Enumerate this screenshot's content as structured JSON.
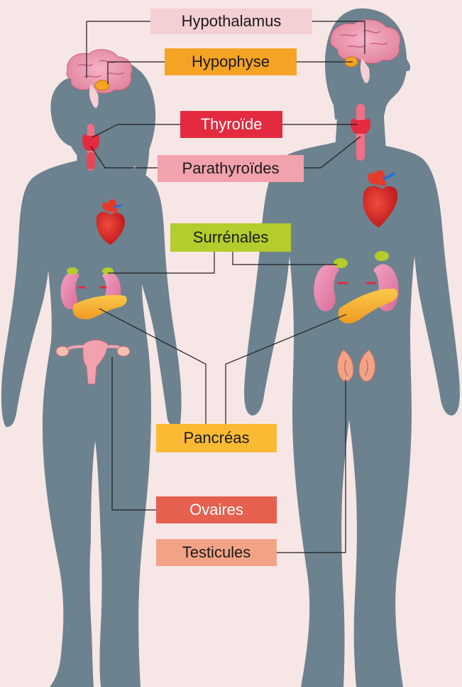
{
  "labels": {
    "hypothalamus": "Hypothalamus",
    "hypophyse": "Hypophyse",
    "thyroide": "Thyroïde",
    "parathyroides": "Parathyroïdes",
    "surrenales": "Surrénales",
    "pancreas": "Pancréas",
    "ovaires": "Ovaires",
    "testicules": "Testicules"
  },
  "colors": {
    "background": "#f7e6e6",
    "silhouette": "#6c828e",
    "hypothalamus": "#f4cfd4",
    "hypophyse": "#f5a325",
    "thyroide": "#e32a3f",
    "parathyroides": "#f2a2ad",
    "surrenales": "#b4cc2c",
    "pancreas": "#fbba33",
    "ovaires": "#e5604f",
    "testicules": "#f2a386",
    "leader_line": "#1e1e1e"
  }
}
